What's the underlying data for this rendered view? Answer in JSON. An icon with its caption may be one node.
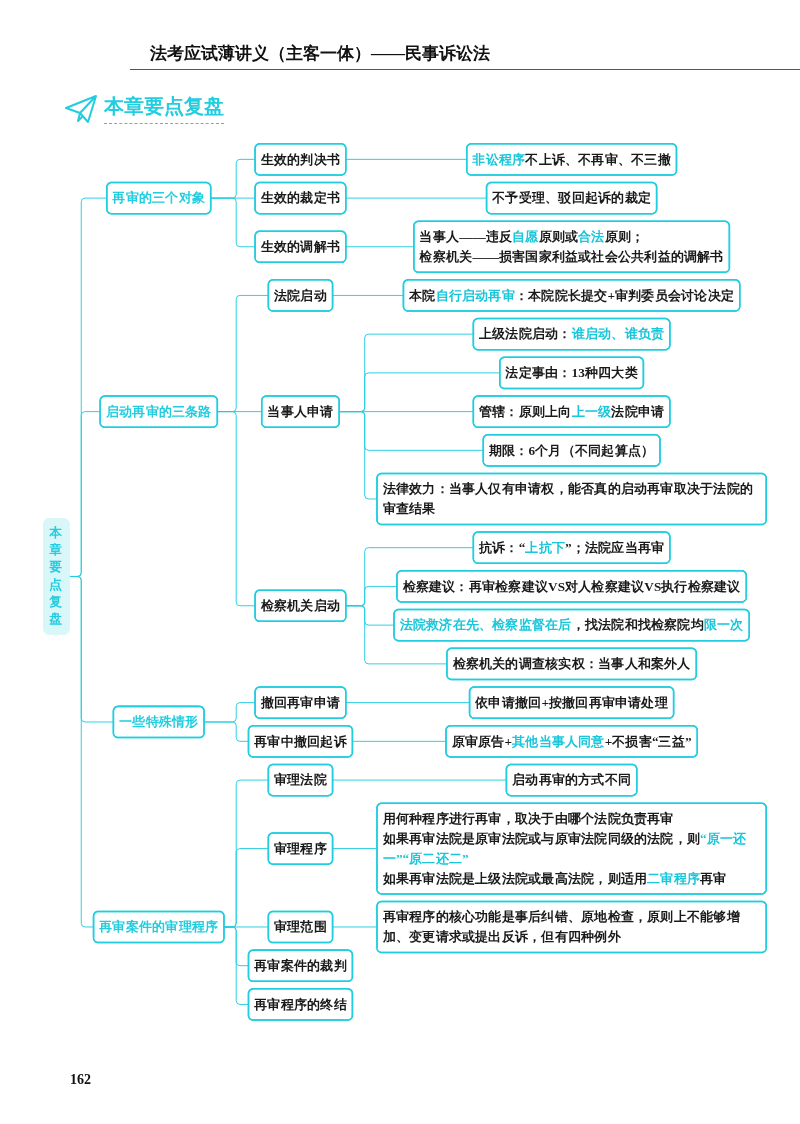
{
  "diagram": {
    "title": "本章要点复盘",
    "nodes": [
      {
        "text": [
          "本章要点复盘"
        ]
      },
      {
        "text": [
          "再审的三个对象"
        ]
      },
      {
        "text": [
          "生效的判决书"
        ]
      },
      {
        "text": [
          "**非讼程序**不上诉、不再审、不三撤"
        ]
      },
      {
        "text": [
          "生效的裁定书"
        ]
      },
      {
        "text": [
          "不予受理、驳回起诉的裁定"
        ]
      },
      {
        "text": [
          "生效的调解书"
        ]
      },
      {
        "text": [
          "当事人——违反**自愿**原则或**合法**原则；",
          "检察机关——损害国家利益或社会公共利益的调解书"
        ]
      },
      {
        "text": [
          "启动再审的三条路"
        ]
      },
      {
        "text": [
          "法院启动"
        ]
      },
      {
        "text": [
          "本院**自行启动再审**：本院院长提交+审判委员会讨论决定"
        ]
      },
      {
        "text": [
          "当事人申请"
        ]
      },
      {
        "text": [
          "上级法院启动：**谁启动、谁负责**"
        ]
      },
      {
        "text": [
          "法定事由：13种四大类"
        ]
      },
      {
        "text": [
          "管辖：原则上向**上一级**法院申请"
        ]
      },
      {
        "text": [
          "期限：6个月（不同起算点）"
        ]
      },
      {
        "text": [
          "法律效力：当事人仅有申请权，能否真的启动再审取决于法院的审查结果"
        ]
      },
      {
        "text": [
          "检察机关启动"
        ]
      },
      {
        "text": [
          "抗诉：“**上抗下**”；法院应当再审"
        ]
      },
      {
        "text": [
          "检察建议：再审检察建议VS对人检察建议VS执行检察建议"
        ]
      },
      {
        "text": [
          "**法院救济在先、检察监督在后**，找法院和找检察院均**限一次**"
        ]
      },
      {
        "text": [
          "检察机关的调查核实权：当事人和案外人"
        ]
      },
      {
        "text": [
          "一些特殊情形"
        ]
      },
      {
        "text": [
          "撤回再审申请"
        ]
      },
      {
        "text": [
          "依申请撤回+按撤回再审申请处理"
        ]
      },
      {
        "text": [
          "再审中撤回起诉"
        ]
      },
      {
        "text": [
          "原审原告+**其他当事人同意**+不损害“三益”"
        ]
      },
      {
        "text": [
          "再审案件的审理程序"
        ]
      },
      {
        "text": [
          "审理法院"
        ]
      },
      {
        "text": [
          "启动再审的方式不同"
        ]
      },
      {
        "text": [
          "审理程序"
        ]
      },
      {
        "text": [
          "用何种程序进行再审，取决于由哪个法院负责再审",
          "如果再审法院是原审法院或与原审法院同级的法院，则**“原一还一”“原二还二”**",
          "如果再审法院是上级法院或最高法院，则适用**二审程序**再审"
        ]
      },
      {
        "text": [
          "审理范围"
        ]
      },
      {
        "text": [
          "再审程序的核心功能是事后纠错、原地检查，原则上不能够增加、变更请求或提出反诉，但有四种例外"
        ]
      },
      {
        "text": [
          "再审案件的裁判"
        ]
      },
      {
        "text": [
          "再审程序的终结"
        ]
      }
    ],
    "edges": [
      {
        "from": 0,
        "to": 1,
        "arrow": "none"
      },
      {
        "from": 1,
        "to": 2,
        "arrow": "none"
      },
      {
        "from": 2,
        "to": 3,
        "arrow": "none"
      },
      {
        "from": 1,
        "to": 4,
        "arrow": "none"
      },
      {
        "from": 4,
        "to": 5,
        "arrow": "none"
      },
      {
        "from": 1,
        "to": 6,
        "arrow": "none"
      },
      {
        "from": 6,
        "to": 7,
        "arrow": "none"
      },
      {
        "from": 0,
        "to": 8,
        "arrow": "none"
      },
      {
        "from": 8,
        "to": 9,
        "arrow": "none"
      },
      {
        "from": 9,
        "to": 10,
        "arrow": "none"
      },
      {
        "from": 8,
        "to": 11,
        "arrow": "none"
      },
      {
        "from": 11,
        "to": 12,
        "arrow": "none"
      },
      {
        "from": 11,
        "to": 13,
        "arrow": "none"
      },
      {
        "from": 11,
        "to": 14,
        "arrow": "none"
      },
      {
        "from": 11,
        "to": 15,
        "arrow": "none"
      },
      {
        "from": 11,
        "to": 16,
        "arrow": "none"
      },
      {
        "from": 8,
        "to": 17,
        "arrow": "none"
      },
      {
        "from": 17,
        "to": 18,
        "arrow": "none"
      },
      {
        "from": 17,
        "to": 19,
        "arrow": "none"
      },
      {
        "from": 17,
        "to": 20,
        "arrow": "none"
      },
      {
        "from": 17,
        "to": 21,
        "arrow": "none"
      },
      {
        "from": 0,
        "to": 22,
        "arrow": "none"
      },
      {
        "from": 22,
        "to": 23,
        "arrow": "none"
      },
      {
        "from": 23,
        "to": 24,
        "arrow": "none"
      },
      {
        "from": 22,
        "to": 25,
        "arrow": "none"
      },
      {
        "from": 25,
        "to": 26,
        "arrow": "none"
      },
      {
        "from": 0,
        "to": 27,
        "arrow": "none"
      },
      {
        "from": 27,
        "to": 28,
        "arrow": "none"
      },
      {
        "from": 28,
        "to": 29,
        "arrow": "none"
      },
      {
        "from": 27,
        "to": 30,
        "arrow": "none"
      },
      {
        "from": 30,
        "to": 31,
        "arrow": "none"
      },
      {
        "from": 27,
        "to": 32,
        "arrow": "none"
      },
      {
        "from": 32,
        "to": 33,
        "arrow": "none"
      },
      {
        "from": 27,
        "to": 34,
        "arrow": "none"
      },
      {
        "from": 27,
        "to": 35,
        "arrow": "none"
      }
    ],
    "labels": [
      "法考应试薄讲义（主客一体）——民事诉讼法",
      "162"
    ]
  }
}
